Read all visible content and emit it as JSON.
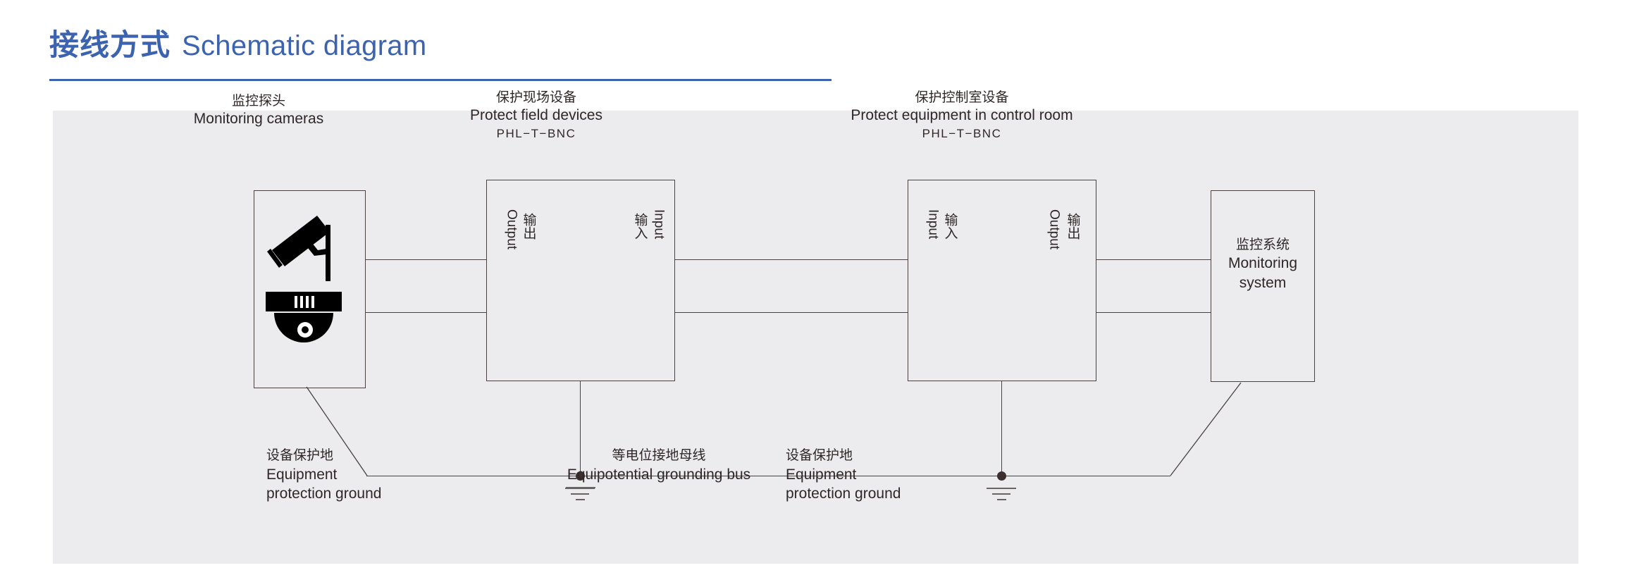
{
  "header": {
    "title_cn": "接线方式",
    "title_en": "Schematic diagram",
    "accent_color": "#3b63af"
  },
  "panel": {
    "background_color": "#ececee",
    "line_color": "#4a4140"
  },
  "diagram": {
    "type": "schematic",
    "blocks": [
      {
        "id": "cameras",
        "caption_cn": "监控探头",
        "caption_en": "Monitoring cameras",
        "icons": [
          "bullet-camera-icon",
          "dome-camera-icon"
        ]
      },
      {
        "id": "field-protector",
        "caption_cn": "保护现场设备",
        "caption_en": "Protect field devices",
        "model": "PHL−T−BNC",
        "left_port_en": "Output",
        "left_port_cn": "输出",
        "right_port_en": "Input",
        "right_port_cn": "输入"
      },
      {
        "id": "control-room-protector",
        "caption_cn": "保护控制室设备",
        "caption_en": "Protect  equipment in control room",
        "model": "PHL−T−BNC",
        "left_port_en": "Input",
        "left_port_cn": "输入",
        "right_port_en": "Output",
        "right_port_cn": "输出"
      },
      {
        "id": "monitoring-system",
        "label_cn": "监控系统",
        "label_en_line1": "Monitoring",
        "label_en_line2": "system"
      }
    ],
    "grounds": [
      {
        "id": "left-equipment-ground",
        "label_cn": "设备保护地",
        "label_en_line1": "Equipment",
        "label_en_line2": "protection ground"
      },
      {
        "id": "equipotential-bus",
        "label_cn": "等电位接地母线",
        "label_en": "Equipotential grounding bus"
      },
      {
        "id": "right-equipment-ground",
        "label_cn": "设备保护地",
        "label_en_line1": "Equipment",
        "label_en_line2": "protection ground"
      }
    ]
  }
}
